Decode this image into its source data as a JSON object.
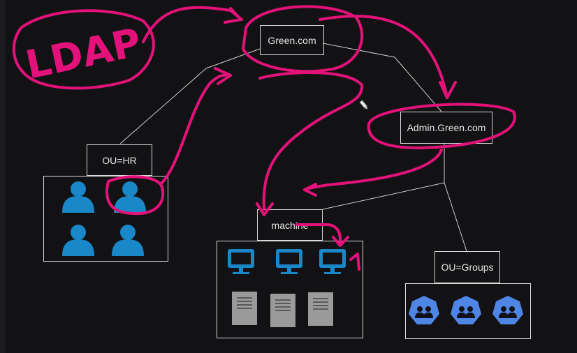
{
  "nodes": {
    "root": "Green.com",
    "admin": "Admin.Green.com",
    "hr": "OU=HR",
    "machine": "machine",
    "groups": "OU=Groups"
  },
  "annotations": {
    "ldap": "LDAP",
    "one": "1"
  },
  "icons": {
    "user": "user-icon",
    "monitor": "monitor-icon",
    "server": "server-icon",
    "group": "group-icon"
  },
  "colors": {
    "background": "#121214",
    "line": "#d8d8d8",
    "annotation": "#e3127a",
    "user": "#1a87c8",
    "monitor": "#1a87c8",
    "server": "#9a9a9a",
    "group": "#4f86e6"
  }
}
